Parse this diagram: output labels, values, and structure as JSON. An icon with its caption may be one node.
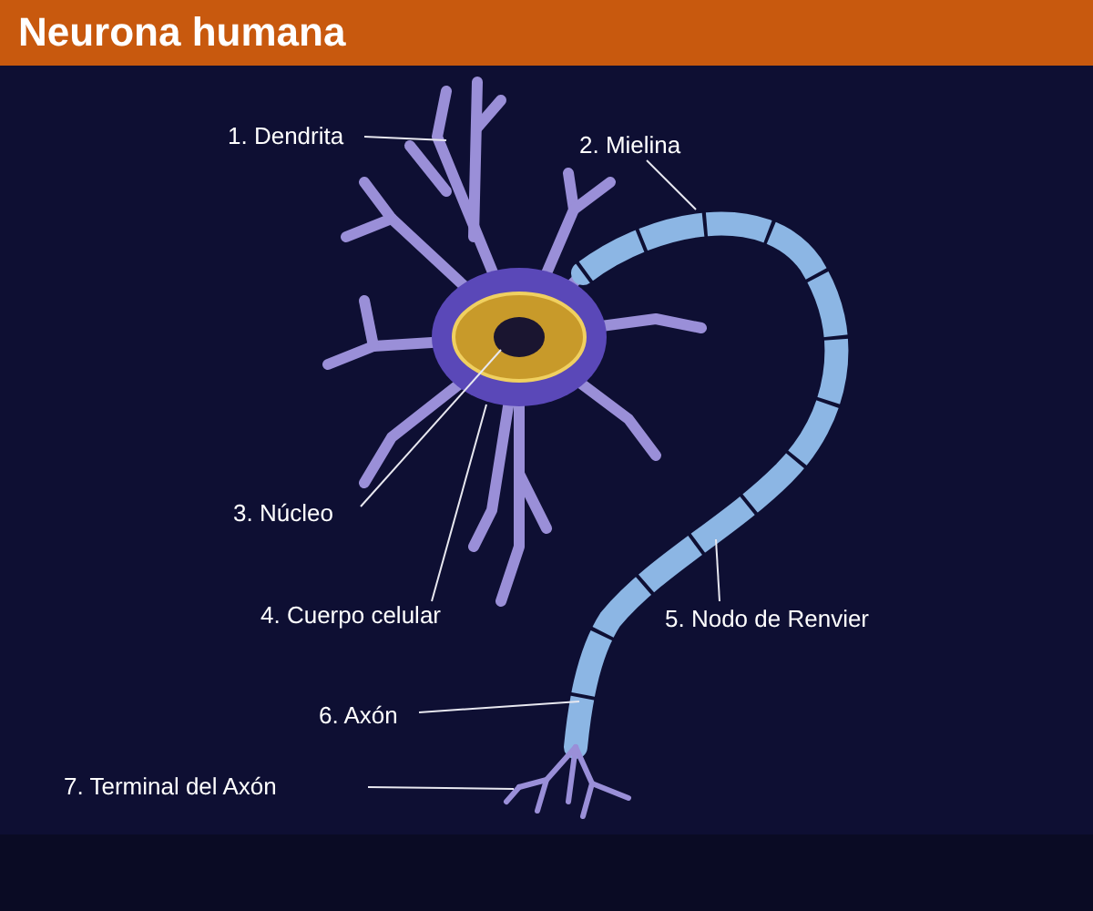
{
  "diagram": {
    "title": "Neurona humana",
    "nodes": [
      {
        "text": [
          "1. Dendrita"
        ]
      },
      {
        "text": [
          "2. Mielina"
        ]
      },
      {
        "text": [
          "3. Núcleo"
        ]
      },
      {
        "text": [
          "4. Cuerpo celular"
        ]
      },
      {
        "text": [
          "5. Nodo de Renvier"
        ]
      },
      {
        "text": [
          "6. Axón"
        ]
      },
      {
        "text": [
          "7. Terminal del Axón"
        ]
      }
    ],
    "edges": [
      {
        "from": 0,
        "to": null,
        "arrow": "none"
      },
      {
        "from": 1,
        "to": null,
        "arrow": "none"
      },
      {
        "from": 2,
        "to": null,
        "arrow": "none"
      },
      {
        "from": 3,
        "to": null,
        "arrow": "none"
      },
      {
        "from": 4,
        "to": null,
        "arrow": "none"
      },
      {
        "from": 5,
        "to": null,
        "arrow": "none"
      },
      {
        "from": 6,
        "to": null,
        "arrow": "none"
      }
    ]
  }
}
